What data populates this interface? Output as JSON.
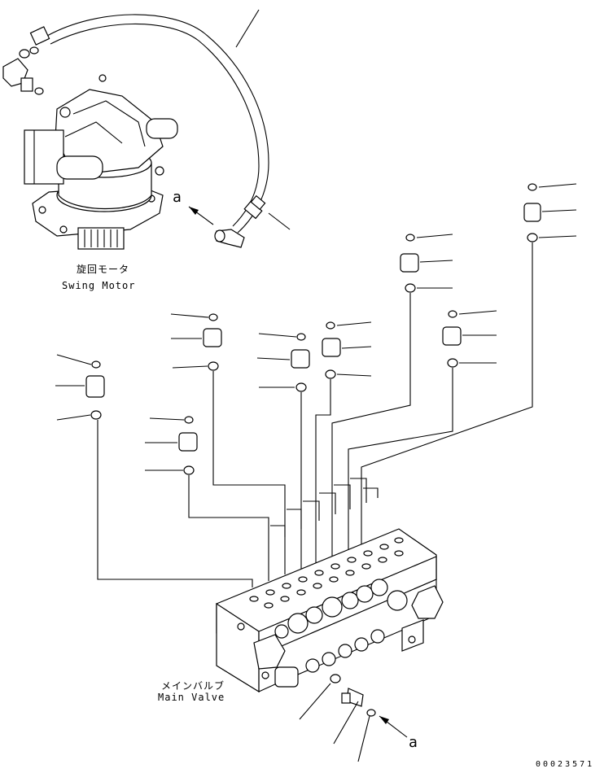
{
  "labels": {
    "swing_motor_jp": "旋回モータ",
    "swing_motor_en": "Swing Motor",
    "main_valve_jp": "メインバルブ",
    "main_valve_en": "Main Valve",
    "ref_a_top": "a",
    "ref_a_bottom": "a",
    "doc_number": "00023571"
  }
}
